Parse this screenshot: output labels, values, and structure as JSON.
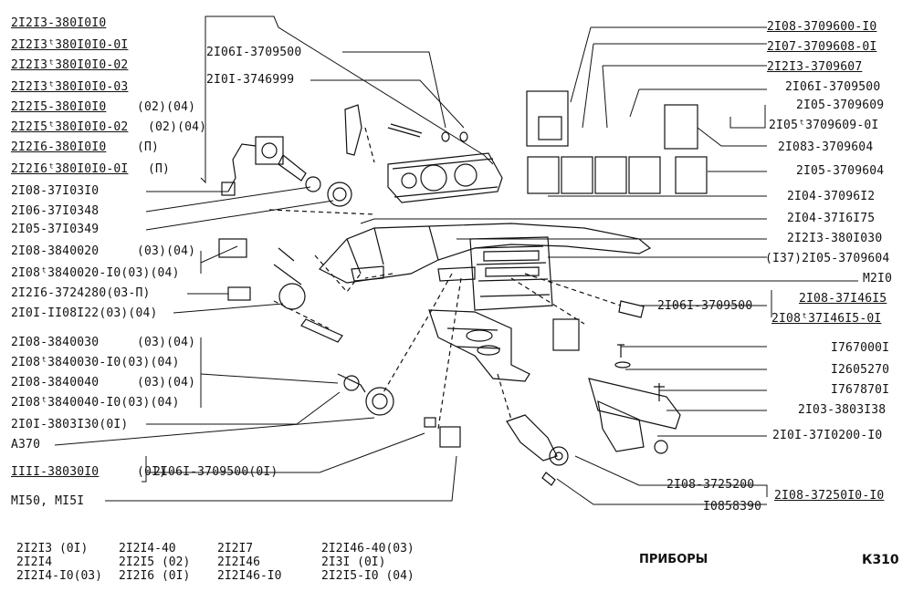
{
  "left_labels": [
    {
      "text": "2I2I3-380I0I0",
      "u": true
    },
    {
      "text": "2I2I3ᵗ380I0I0-0I",
      "u": true
    },
    {
      "text": "2I2I3ᵗ380I0I0-02",
      "u": true
    },
    {
      "text": "2I2I3ᵗ380I0I0-03",
      "u": true
    },
    {
      "text": "2I2I5-380I0I0",
      "u": true,
      "suffix": "(02)(04)"
    },
    {
      "text": "2I2I5ᵗ380I0I0-02",
      "u": true,
      "suffix": "(02)(04)"
    },
    {
      "text": "2I2I6-380I0I0",
      "u": true,
      "suffix": "(П)"
    },
    {
      "text": "2I2I6ᵗ380I0I0-0I",
      "u": true,
      "suffix": "(П)"
    },
    {
      "text": "2I08-37I03I0",
      "u": false
    },
    {
      "text": "2I06-37I0348",
      "u": false
    },
    {
      "text": "2I05-37I0349",
      "u": false
    },
    {
      "text": "2I08-3840020",
      "u": false,
      "suffix": "(03)(04)"
    },
    {
      "text": "2I08ᵗ3840020-I0(03)(04)",
      "u": false
    },
    {
      "text": "2I2I6-3724280(03-П)",
      "u": false
    },
    {
      "text": "2I0I-II08I22(03)(04)",
      "u": false
    },
    {
      "text": "2I08-3840030",
      "u": false,
      "suffix": "(03)(04)"
    },
    {
      "text": "2I08ᵗ3840030-I0(03)(04)",
      "u": false
    },
    {
      "text": "2I08-3840040",
      "u": false,
      "suffix": "(03)(04)"
    },
    {
      "text": "2I08ᵗ3840040-I0(03)(04)",
      "u": false
    },
    {
      "text": "2I0I-3803I30(0I)",
      "u": false
    },
    {
      "text": "A370",
      "u": false
    },
    {
      "text": "IIII-38030I0",
      "u": true,
      "suffix": "(0I)"
    },
    {
      "text": "MI50, MI5I",
      "u": false
    }
  ],
  "center_labels": [
    {
      "text": "2I06I-3709500"
    },
    {
      "text": "2I0I-3746999"
    },
    {
      "text": "2I06I-3709500(0I)"
    }
  ],
  "right_labels": [
    {
      "text": "2I08-3709600-I0",
      "u": true
    },
    {
      "text": "2I07-3709608-0I",
      "u": true
    },
    {
      "text": "2I2I3-3709607",
      "u": true
    },
    {
      "text": "2I06I-3709500",
      "u": false
    },
    {
      "text": "2I05-3709609",
      "u": false
    },
    {
      "text": "2I05ᵗ3709609-0I",
      "u": false
    },
    {
      "text": "2I083-3709604",
      "u": false
    },
    {
      "text": "2I05-3709604",
      "u": false
    },
    {
      "text": "2I04-37096I2",
      "u": false
    },
    {
      "text": "2I04-37I6I75",
      "u": false
    },
    {
      "text": "2I2I3-380I030",
      "u": false
    },
    {
      "text": "(I37)2I05-3709604",
      "u": false
    },
    {
      "text": "M2I0",
      "u": false
    },
    {
      "text": "2I08-37I46I5",
      "u": true
    },
    {
      "text": "2I08ᵗ37I46I5-0I",
      "u": true
    },
    {
      "text": "2I06I-3709500",
      "u": false
    },
    {
      "text": "I767000I",
      "u": false
    },
    {
      "text": "I2605270",
      "u": false
    },
    {
      "text": "I767870I",
      "u": false
    },
    {
      "text": "2I03-3803I38",
      "u": false
    },
    {
      "text": "2I0I-37I0200-I0",
      "u": false
    },
    {
      "text": "2I08-3725200",
      "u": false
    },
    {
      "text": "I0858390",
      "u": false
    },
    {
      "text": "2I08-37250I0-I0",
      "u": true
    }
  ],
  "footer_columns": [
    [
      "2I2I3   (0I)",
      "2I2I4",
      "2I2I4-I0(03)"
    ],
    [
      "2I2I4-40",
      "2I2I5   (02)",
      "2I2I6   (0I)"
    ],
    [
      "2I2I7",
      "2I2I46",
      "2I2I46-I0"
    ],
    [
      "2I2I46-40(03)",
      "2I3I      (0I)",
      "2I2I5-I0 (04)"
    ]
  ],
  "page_title": "ПРИБОРЫ",
  "page_code": "К310"
}
